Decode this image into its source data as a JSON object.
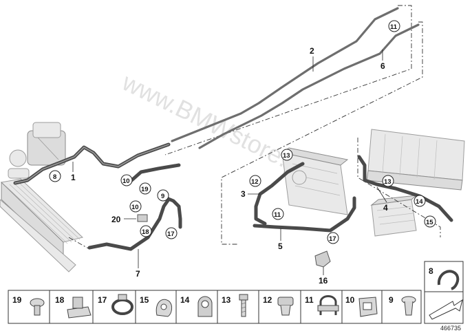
{
  "watermark": "www.BMWstore.pl",
  "doc_id": "466735",
  "callouts": [
    "1",
    "2",
    "3",
    "4",
    "5",
    "6",
    "7",
    "8",
    "9",
    "10",
    "11",
    "12",
    "13",
    "14",
    "15",
    "16",
    "17",
    "18",
    "19",
    "20"
  ],
  "strip": [
    {
      "label": "19",
      "icon": "push-rivet-icon"
    },
    {
      "label": "18",
      "icon": "bracket-clip-icon"
    },
    {
      "label": "17",
      "icon": "hose-clamp-icon"
    },
    {
      "label": "15",
      "icon": "pipe-clip-icon"
    },
    {
      "label": "14",
      "icon": "pipe-holder-icon"
    },
    {
      "label": "13",
      "icon": "bolt-icon"
    },
    {
      "label": "12",
      "icon": "spring-clip-icon"
    },
    {
      "label": "11",
      "icon": "double-clip-icon"
    },
    {
      "label": "10",
      "icon": "bracket-icon"
    },
    {
      "label": "9",
      "icon": "plug-icon"
    },
    {
      "label": "8",
      "icon": "hose-clamp-icon"
    }
  ],
  "colors": {
    "hose": "#4a4a4a",
    "pipe": "#6e6e6e",
    "component": "#e9e9e9",
    "strip_border": "#333333",
    "watermark": "#c9c9c9"
  }
}
